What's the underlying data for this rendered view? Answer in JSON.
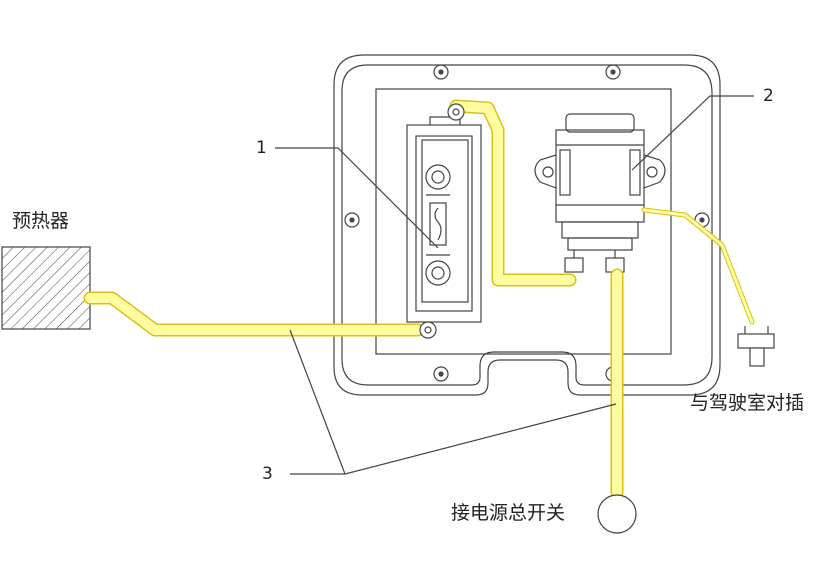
{
  "labels": {
    "preheater": "预热器",
    "cab_plug": "与驾驶室对插",
    "main_power_switch": "接电源总开关",
    "callout_1": "1",
    "callout_2": "2",
    "callout_3": "3"
  },
  "colors": {
    "cable_fill": "#fffca0",
    "cable_stroke": "#d8c21a",
    "line": "#444444"
  }
}
